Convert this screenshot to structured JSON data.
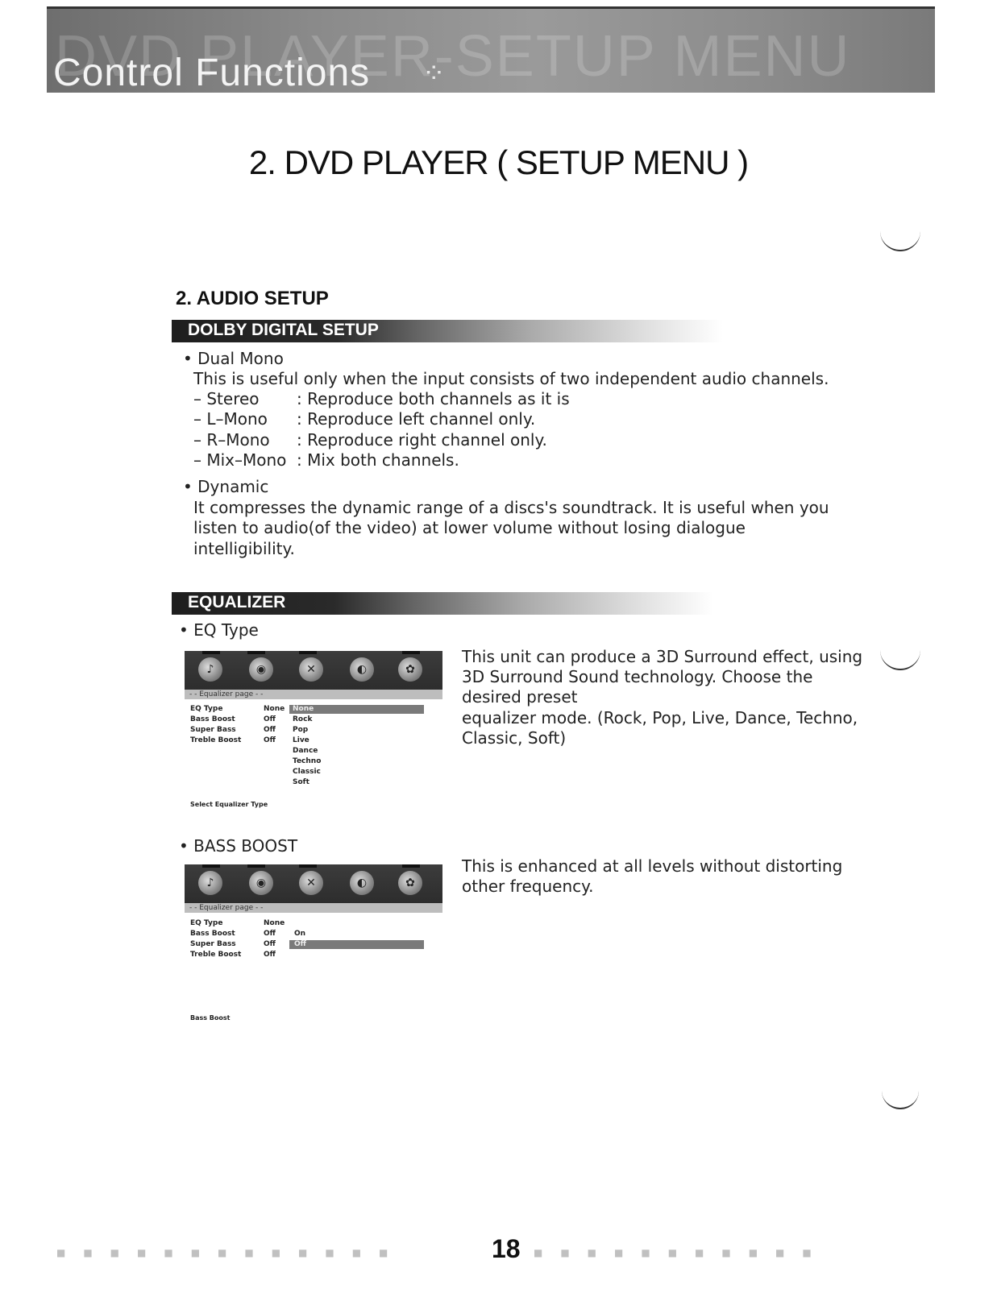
{
  "header": {
    "title": "Control Functions",
    "watermark": "DVD PLAYER-SETUP MENU",
    "ornament_icon": "dots-ornament-icon"
  },
  "page_title": "2. DVD PLAYER ( SETUP MENU )",
  "section_heading": "2. AUDIO SETUP",
  "dolby": {
    "bar_label": "DOLBY DIGITAL SETUP",
    "dual_mono_label": "• Dual Mono",
    "dual_mono_desc": "This is useful only when the input consists of two independent audio channels.",
    "options": [
      {
        "name": "– Stereo",
        "desc": ": Reproduce both channels as it is"
      },
      {
        "name": "– L–Mono",
        "desc": ": Reproduce left channel only."
      },
      {
        "name": "– R–Mono",
        "desc": ": Reproduce right channel only."
      },
      {
        "name": "– Mix–Mono",
        "desc": ": Mix both channels."
      }
    ],
    "dynamic_label": "• Dynamic",
    "dynamic_desc": [
      "It compresses the dynamic range of a discs's soundtrack. It is useful when you",
      "listen to audio(of the video) at lower volume without losing dialogue",
      "intelligibility."
    ]
  },
  "equalizer": {
    "bar_label": "EQUALIZER",
    "eq_type_label": "• EQ Type",
    "eq_type_desc": [
      "This unit can produce a 3D Surround effect, using",
      "3D Surround Sound technology. Choose the",
      "desired preset",
      "equalizer mode. (Rock, Pop, Live, Dance, Techno,",
      "Classic, Soft)"
    ],
    "bass_boost_label": "• BASS BOOST",
    "bass_boost_desc": [
      "This is enhanced at all levels without distorting",
      "other frequency."
    ]
  },
  "screen1": {
    "page_label": "- -   Equalizer page   - -",
    "rows": [
      {
        "label": "EQ Type",
        "value": "None"
      },
      {
        "label": "Bass Boost",
        "value": "Off"
      },
      {
        "label": "Super Bass",
        "value": "Off"
      },
      {
        "label": "Treble Boost",
        "value": "Off"
      }
    ],
    "options": [
      "None",
      "Rock",
      "Pop",
      "Live",
      "Dance",
      "Techno",
      "Classic",
      "Soft"
    ],
    "caption": "Select Equalizer Type"
  },
  "screen2": {
    "page_label": "- -   Equalizer page   - -",
    "rows": [
      {
        "label": "EQ Type",
        "value": "None"
      },
      {
        "label": "Bass Boost",
        "value": "Off"
      },
      {
        "label": "Super Bass",
        "value": "Off"
      },
      {
        "label": "Treble Boost",
        "value": "Off"
      }
    ],
    "options": [
      "On",
      "Off"
    ],
    "caption": "Bass Boost"
  },
  "footer": {
    "page_number": "18"
  }
}
